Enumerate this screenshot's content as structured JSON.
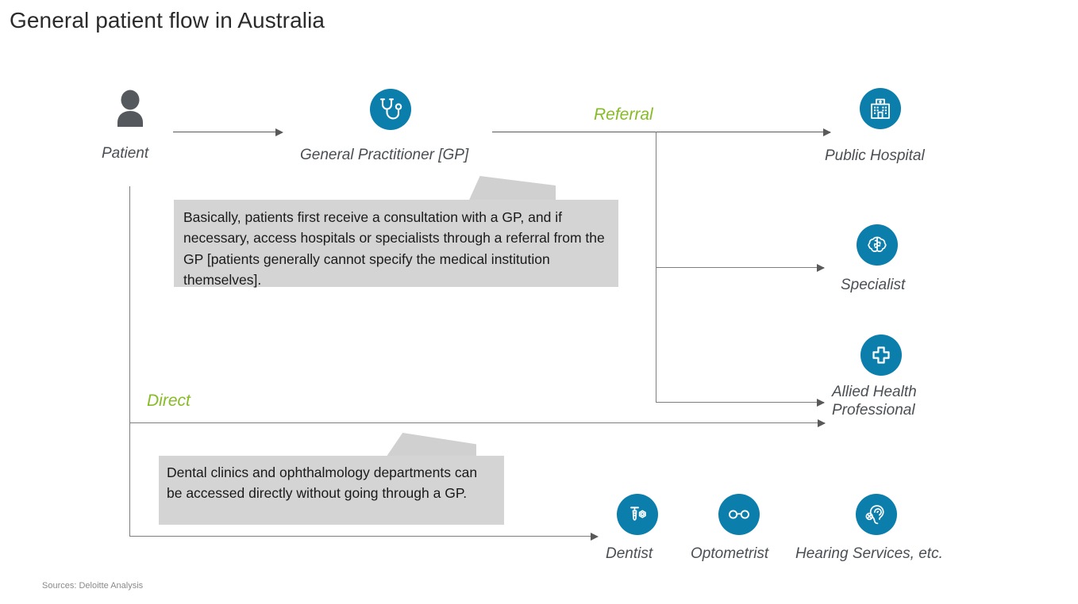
{
  "slide": {
    "title": "General patient flow in Australia",
    "sources": "Sources:  Deloitte Analysis",
    "accent_blue": "#0b7eac",
    "accent_green": "#86bc25",
    "text_gray": "#4a4f54",
    "callout_bg": "#d4d4d4"
  },
  "nodes": {
    "patient": {
      "label": "Patient",
      "icon": "person-icon"
    },
    "gp": {
      "label": "General Practitioner [GP]",
      "icon": "stethoscope-icon"
    },
    "public_hospital": {
      "label": "Public Hospital",
      "icon": "hospital-icon"
    },
    "specialist": {
      "label": "Specialist",
      "icon": "brain-icon"
    },
    "allied_health": {
      "label": "Allied Health\nProfessional",
      "line1": "Allied Health",
      "line2": "Professional",
      "icon": "medical-cross-icon"
    },
    "dentist": {
      "label": "Dentist",
      "icon": "dental-implant-icon"
    },
    "optometrist": {
      "label": "Optometrist",
      "icon": "glasses-icon"
    },
    "hearing": {
      "label": "Hearing Services, etc.",
      "icon": "ear-icon"
    }
  },
  "branches": {
    "referral": "Referral",
    "direct": "Direct"
  },
  "callouts": {
    "referral_note": "Basically, patients first receive a consultation with a GP, and if necessary, access hospitals or specialists through a referral from the GP [patients generally cannot specify the medical institution themselves].",
    "direct_note": "Dental clinics and ophthalmology departments can be accessed directly without going through a GP."
  }
}
